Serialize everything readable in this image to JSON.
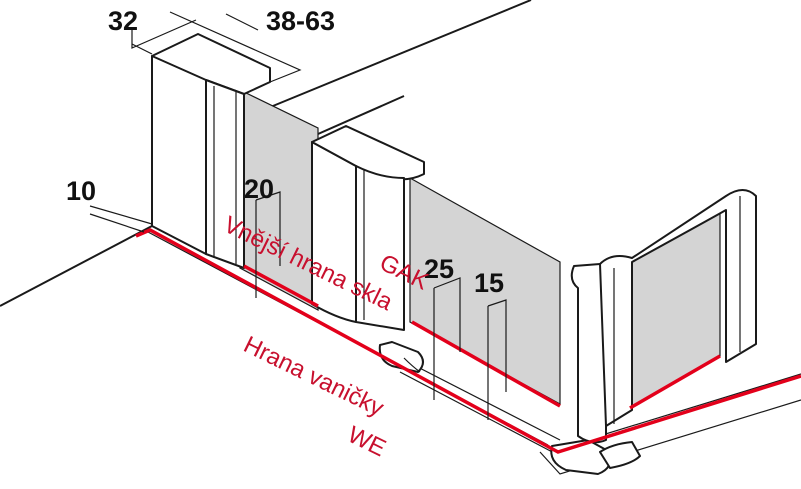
{
  "dimensions": {
    "d32": "32",
    "d38_63": "38-63",
    "d10": "10",
    "d20": "20",
    "d25": "25",
    "d15": "15"
  },
  "labels": {
    "outer_glass_edge": "Vnější hrana skla",
    "gak": "GAK",
    "tray_edge_line1": "Hrana vaničky",
    "tray_edge_line2": "WE"
  },
  "colors": {
    "red_line": "#e3001b",
    "red_text": "#c8102e",
    "glass": "#d4d4d4",
    "outline": "#1a1a1a"
  }
}
